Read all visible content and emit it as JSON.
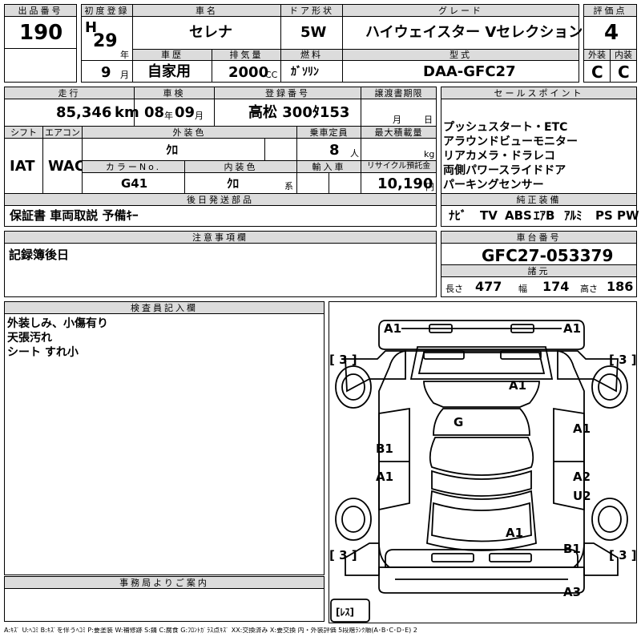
{
  "header": {
    "lot_label": "出品番号",
    "lot_value": "190",
    "first_reg_label": "初度登録",
    "era": "H",
    "year_value": "29",
    "year_unit": "年",
    "month_value": "9",
    "month_unit": "月",
    "car_name_label": "車名",
    "car_name_value": "セレナ",
    "door_label": "ドア形状",
    "door_value": "5W",
    "grade_label": "グレード",
    "grade_value": "ハイウェイスター Vセレクション",
    "score_label": "評価点",
    "score_value": "4",
    "history_label": "車歴",
    "history_value": "自家用",
    "displacement_label": "排気量",
    "displacement_value": "2000",
    "displacement_unit": "CC",
    "fuel_label": "燃料",
    "fuel_value": "ｶﾞｿﾘﾝ",
    "model_label": "型式",
    "model_value": "DAA-GFC27",
    "exterior_label": "外装",
    "exterior_value": "C",
    "interior_label": "内装",
    "interior_value": "C"
  },
  "row2": {
    "mileage_label": "走行",
    "mileage_value": "85,346",
    "mileage_unit": "km",
    "inspection_label": "車検",
    "inspection_year": "08",
    "inspection_year_unit": "年",
    "inspection_month": "09",
    "inspection_month_unit": "月",
    "plate_label": "登録番号",
    "plate_value": "高松 300ﾀ153",
    "transfer_label": "譲渡書期限",
    "transfer_month_unit": "月",
    "transfer_day_unit": "日",
    "shift_label": "シフト",
    "shift_value": "IAT",
    "ac_label": "エアコン",
    "ac_value": "WAC",
    "ext_color_label": "外装色",
    "ext_color_value": "ｸﾛ",
    "capacity_label": "乗車定員",
    "capacity_value": "8",
    "capacity_unit": "人",
    "load_label": "最大積載量",
    "load_unit": "kg",
    "color_no_label": "カラーNo.",
    "color_no_value": "G41",
    "int_color_label": "内装色",
    "int_color_value": "ｸﾛ",
    "int_color_unit": "系",
    "import_label": "輸入車",
    "recycle_label": "リサイクル預託金",
    "recycle_value": "10,190",
    "recycle_unit": "円"
  },
  "sales_points": {
    "label": "セールスポイント",
    "items": [
      "プッシュスタート・ETC",
      "アラウンドビューモニター",
      "リアカメラ・ドラレコ",
      "両側パワースライドドア",
      "パーキングセンサー"
    ]
  },
  "later_parts": {
    "label": "後日発送部品",
    "value": "保証書 車両取説 予備ｷｰ"
  },
  "equipment": {
    "label": "純正装備",
    "items": [
      "ﾅﾋﾞ",
      "TV",
      "ABS",
      "ｴｱB",
      "ｱﾙﾐ",
      "PS",
      "PW"
    ]
  },
  "notes": {
    "label": "注意事項欄",
    "value": "記録簿後日"
  },
  "chassis": {
    "label": "車台番号",
    "value": "GFC27-053379"
  },
  "specs": {
    "label": "諸元",
    "length_label": "長さ",
    "length_value": "477",
    "width_label": "幅",
    "width_value": "174",
    "height_label": "高さ",
    "height_value": "186"
  },
  "inspector": {
    "label": "検査員記入欄",
    "lines": [
      "外装しみ、小傷有り",
      "天張汚れ",
      "シート すれ小"
    ]
  },
  "office": {
    "label": "事務局よりご案内"
  },
  "diagram": {
    "marks": [
      {
        "id": "front-left-a1",
        "text": "A1"
      },
      {
        "id": "front-right-a1",
        "text": "A1"
      },
      {
        "id": "tire-fl",
        "text": "[ 3 ]"
      },
      {
        "id": "tire-fr",
        "text": "[ 3 ]"
      },
      {
        "id": "hood-a1",
        "text": "A1"
      },
      {
        "id": "roof-g",
        "text": "G"
      },
      {
        "id": "left-front-door-b1",
        "text": "B1"
      },
      {
        "id": "right-front-door-a1",
        "text": "A1"
      },
      {
        "id": "left-rear-door-a1",
        "text": "A1"
      },
      {
        "id": "right-rear-door-a2",
        "text": "A2"
      },
      {
        "id": "right-rear-door-u2",
        "text": "U2"
      },
      {
        "id": "rear-a1",
        "text": "A1"
      },
      {
        "id": "right-quarter-b1",
        "text": "B1"
      },
      {
        "id": "tire-rl",
        "text": "[ 3 ]"
      },
      {
        "id": "tire-rr",
        "text": "[ 3 ]"
      },
      {
        "id": "rear-bumper-a3",
        "text": "A3"
      },
      {
        "id": "spare-tire",
        "text": "[ﾚｽ]"
      }
    ]
  },
  "legend": "A:ｷｽﾞ U:ﾍｺﾐ B:ｷｽﾞを伴うﾍｺﾐ P:要塗装 W:補修跡 S:錆 C:腐食 G:ﾌﾛﾝﾄｶﾞﾗｽ点ｷｽﾞ XX:交換済み X:要交換 内・外装評価 5段階ﾗﾝｸ順(A･B･C･D･E) 2"
}
